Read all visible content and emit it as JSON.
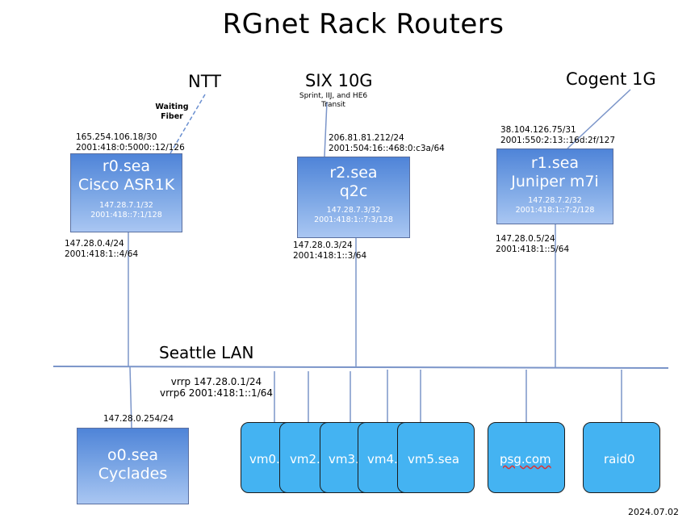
{
  "title": "RGnet Rack Routers",
  "upstreams": {
    "ntt": {
      "label": "NTT",
      "note": "Waiting Fiber"
    },
    "six": {
      "label": "SIX 10G",
      "note": "Sprint, IIJ, and HE6 Transit"
    },
    "cogent": {
      "label": "Cogent 1G"
    }
  },
  "routers": {
    "r0": {
      "name": "r0.sea",
      "model": "Cisco ASR1K",
      "wan_v4": "165.254.106.18/30",
      "wan_v6": "2001:418:0:5000::12/126",
      "lo_v4": "147.28.7.1/32",
      "lo_v6": "2001:418::7:1/128",
      "lan_v4": "147.28.0.4/24",
      "lan_v6": "2001:418:1::4/64"
    },
    "r2": {
      "name": "r2.sea",
      "model": "q2c",
      "wan_v4": "206.81.81.212/24",
      "wan_v6": "2001:504:16::468:0:c3a/64",
      "lo_v4": "147.28.7.3/32",
      "lo_v6": "2001:418:1::7:3/128",
      "lan_v4": "147.28.0.3/24",
      "lan_v6": "2001:418:1::3/64"
    },
    "r1": {
      "name": "r1.sea",
      "model": "Juniper m7i",
      "wan_v4": "38.104.126.75/31",
      "wan_v6": "2001:550:2:13::16d:2f/127",
      "lo_v4": "147.28.7.2/32",
      "lo_v6": "2001:418:1::7:2/128",
      "lan_v4": "147.28.0.5/24",
      "lan_v6": "2001:418:1::5/64"
    }
  },
  "lan": {
    "label": "Seattle LAN",
    "vrrp": "vrrp 147.28.0.1/24",
    "vrrp6": "vrrp6 2001:418:1::1/64"
  },
  "console": {
    "name": "o0.sea",
    "model": "Cyclades",
    "addr": "147.28.0.254/24"
  },
  "hosts": [
    "vm0.",
    "vm2.",
    "vm3.",
    "vm4.",
    "vm5.sea",
    "psg.com",
    "raid0"
  ],
  "date": "2024.07.02",
  "colors": {
    "router_top": "#4f84d8",
    "router_bottom": "#a9c6f2",
    "vm_fill": "#44b3f2",
    "lan_line": "#7b95c9",
    "dashed": "#6a8fd0"
  }
}
